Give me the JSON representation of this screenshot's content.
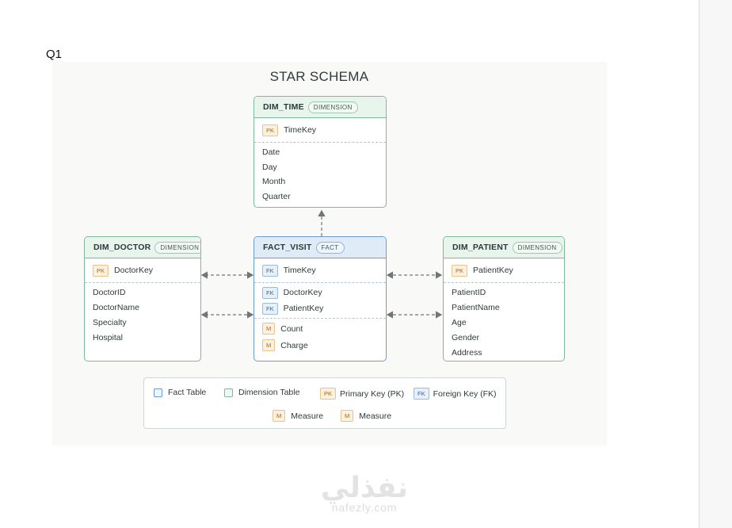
{
  "question_label": "Q1",
  "diagram": {
    "title": "STAR SCHEMA",
    "tables": {
      "dim_time": {
        "name": "DIM_TIME",
        "tag": "DIMENSION",
        "pk": {
          "badge": "PK",
          "label": "TimeKey"
        },
        "attributes": [
          "Date",
          "Day",
          "Month",
          "Quarter"
        ]
      },
      "dim_doctor": {
        "name": "DIM_DOCTOR",
        "tag": "DIMENSION",
        "pk": {
          "badge": "PK",
          "label": "DoctorKey"
        },
        "attributes": [
          "DoctorID",
          "DoctorName",
          "Specialty",
          "Hospital"
        ]
      },
      "fact_visit": {
        "name": "FACT_VISIT",
        "tag": "FACT",
        "fk_time": {
          "badge": "FK",
          "label": "TimeKey"
        },
        "fks": [
          {
            "badge": "FK",
            "label": "DoctorKey"
          },
          {
            "badge": "FK",
            "label": "PatientKey"
          }
        ],
        "measures": [
          {
            "badge": "M",
            "label": "Count"
          },
          {
            "badge": "M",
            "label": "Charge"
          }
        ]
      },
      "dim_patient": {
        "name": "DIM_PATIENT",
        "tag": "DIMENSION",
        "pk": {
          "badge": "PK",
          "label": "PatientKey"
        },
        "attributes": [
          "PatientID",
          "PatientName",
          "Age",
          "Gender",
          "Address"
        ]
      }
    },
    "legend": {
      "fact_table": "Fact Table",
      "dimension_table": "Dimension Table",
      "pk_badge": "PK",
      "pk_label": "Primary Key (PK)",
      "fk_badge": "FK",
      "fk_label": "Foreign Key (FK)",
      "m_badge": "M",
      "measure_1": "Measure",
      "measure_2": "Measure"
    },
    "colors": {
      "fact_border": "#6b9bcf",
      "dimension_border": "#7fb89a",
      "key_badge": "#e9c38a",
      "connector": "#6e7777"
    }
  },
  "watermark": {
    "arabic": "نفذلي",
    "url": "nafezly.com"
  }
}
